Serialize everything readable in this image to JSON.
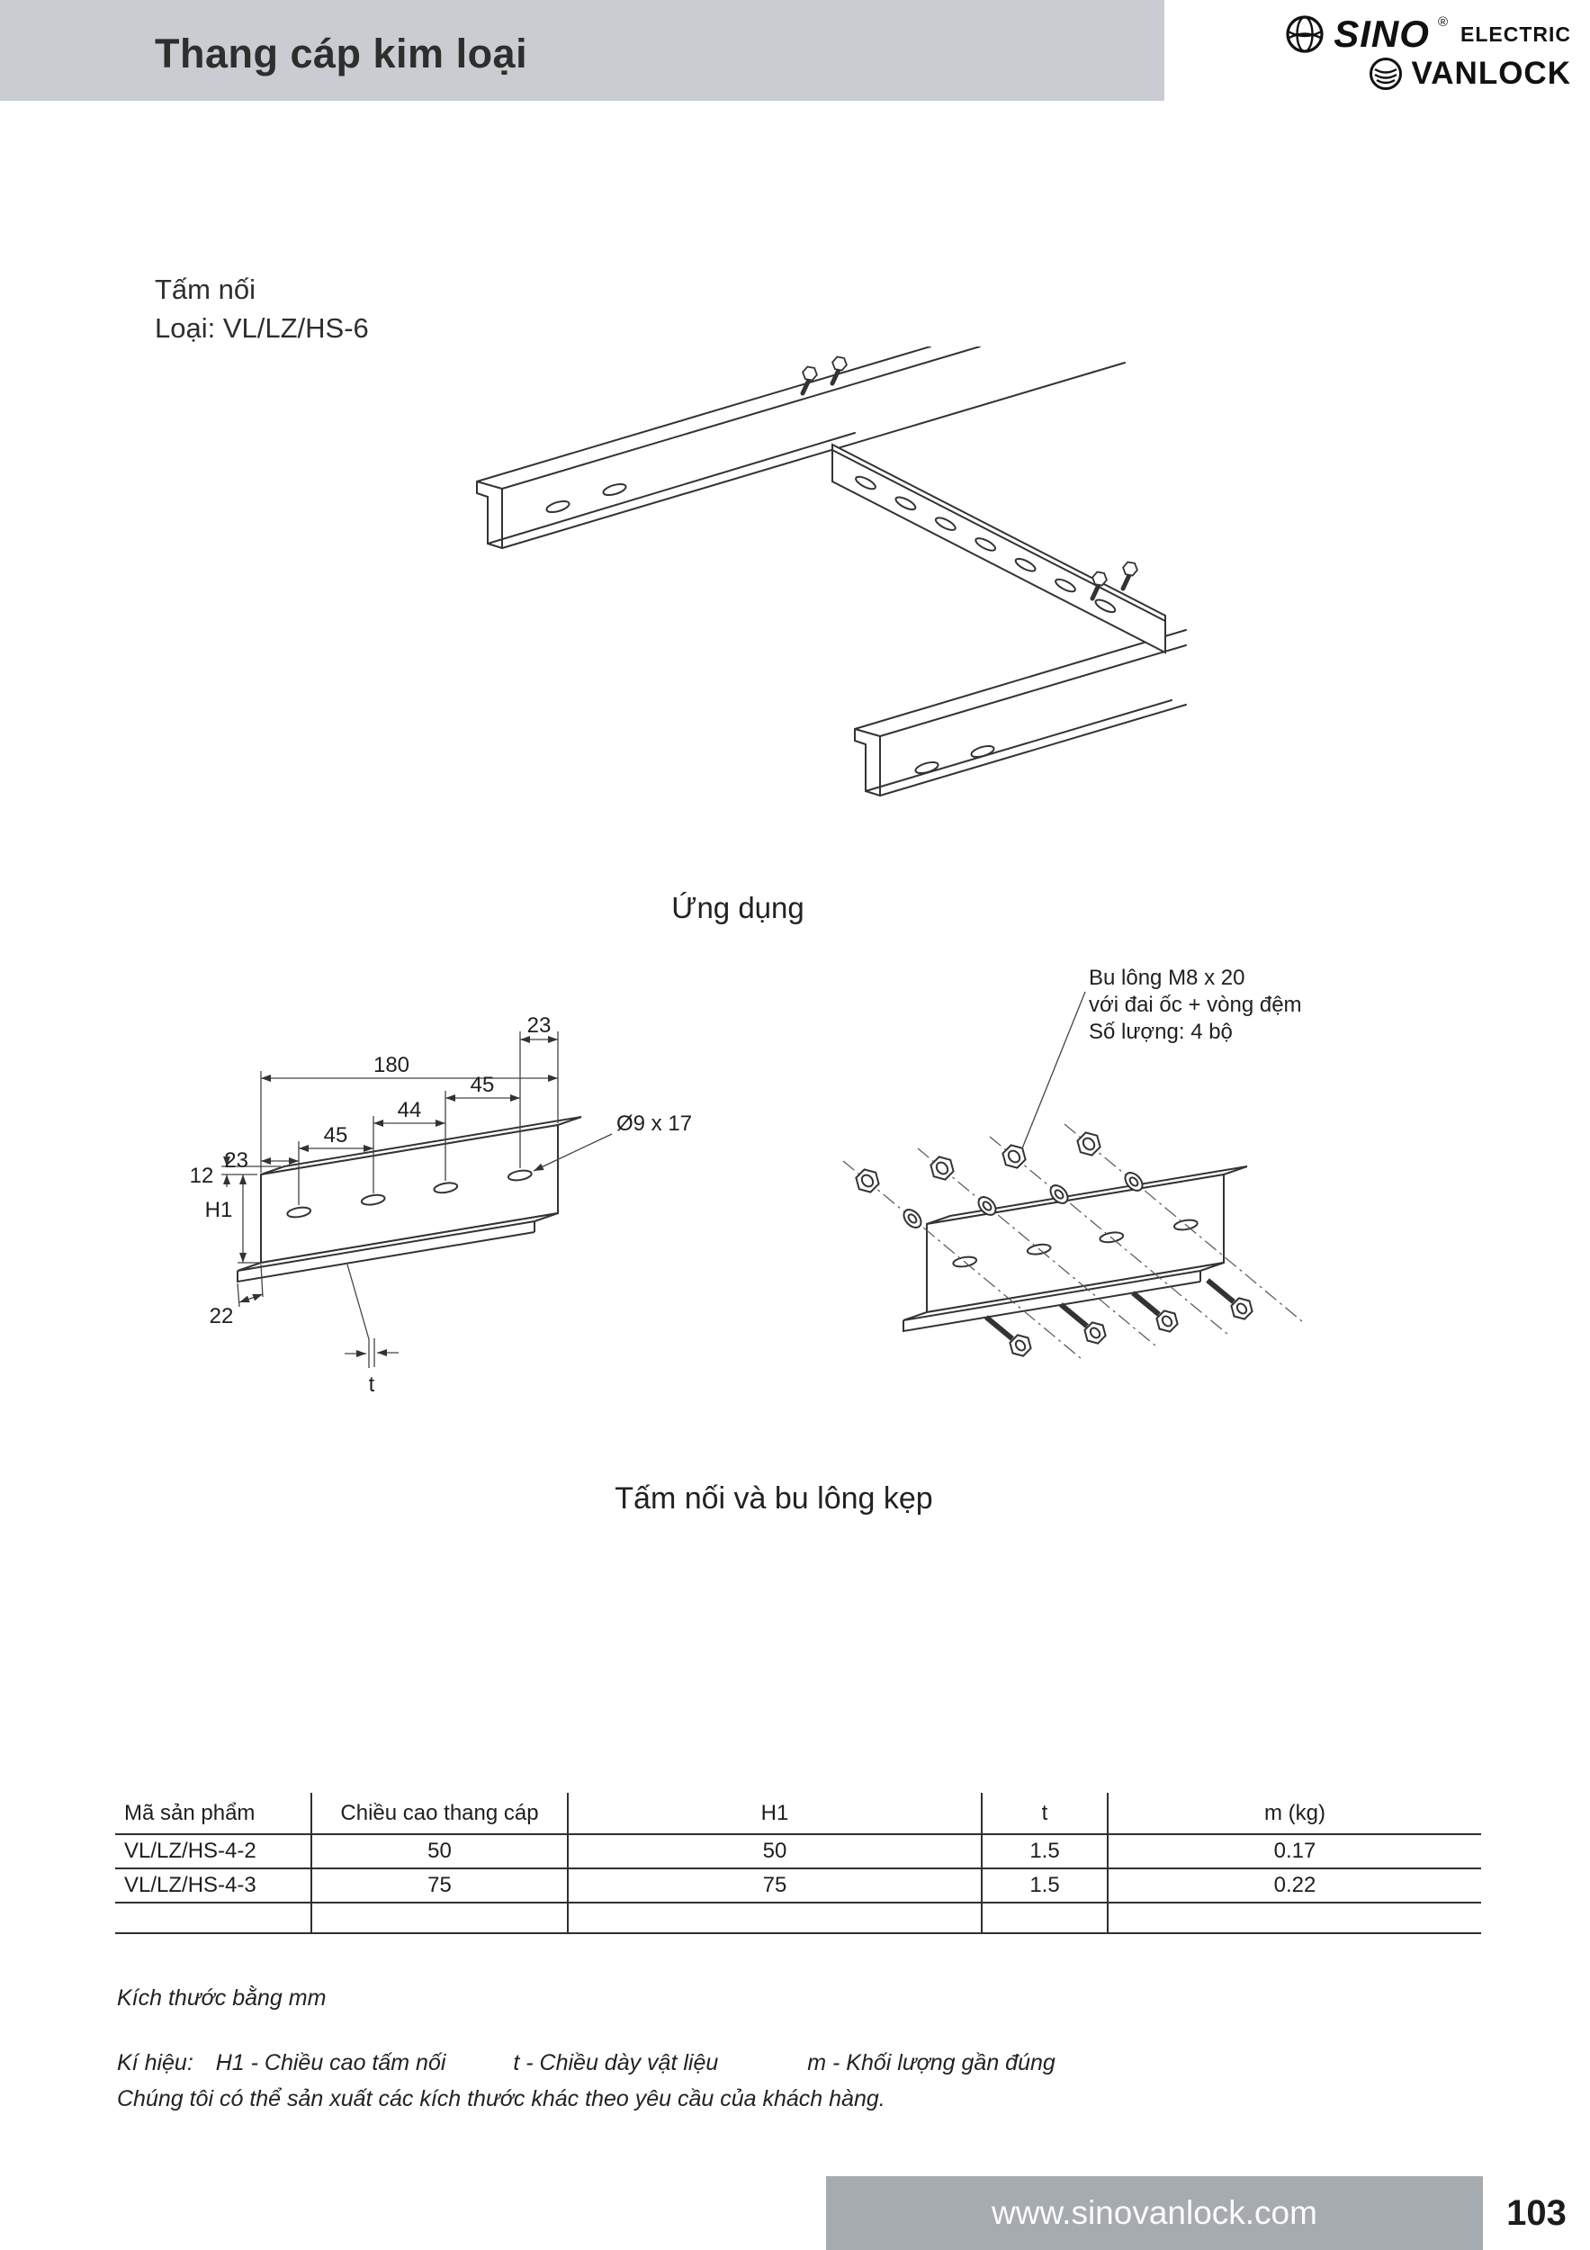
{
  "header": {
    "title": "Thang cáp kim loại"
  },
  "brand": {
    "sino": "SINO",
    "reg": "®",
    "electric": "ELECTRIC",
    "vanlock": "VANLOCK"
  },
  "product": {
    "name": "Tấm nối",
    "type": "Loại: VL/LZ/HS-6"
  },
  "captions": {
    "application": "Ứng dụng",
    "assembly": "Tấm nối và bu lông kẹp"
  },
  "dims": {
    "top_right_23": "23",
    "overall_180": "180",
    "right_45": "45",
    "mid_44": "44",
    "left_45": "45",
    "left_23": "23",
    "left_12": "12",
    "h1": "H1",
    "bottom_22": "22",
    "thickness_t": "t",
    "hole_label": "Ø9 x 17"
  },
  "bolt_note": {
    "line1": "Bu lông M8 x 20",
    "line2": "với đai ốc + vòng đệm",
    "line3": "Số lượng: 4 bộ"
  },
  "table": {
    "headers": [
      "Mã sản phẩm",
      "Chiều cao thang cáp",
      "H1",
      "t",
      "m (kg)"
    ],
    "rows": [
      [
        "VL/LZ/HS-4-2",
        "50",
        "50",
        "1.5",
        "0.17"
      ],
      [
        "VL/LZ/HS-4-3",
        "75",
        "75",
        "1.5",
        "0.22"
      ],
      [
        "",
        "",
        "",
        "",
        ""
      ]
    ]
  },
  "notes": {
    "units": "Kích thước bằng mm",
    "legend_prefix": "Kí hiệu:",
    "legend_h1": "H1 - Chiều cao tấm nối",
    "legend_t": "t - Chiều dày vật liệu",
    "legend_m": "m - Khối lượng gần đúng",
    "custom": "Chúng tôi có thể sản xuất các kích thước khác theo yêu cầu của khách hàng."
  },
  "footer": {
    "website": "www.sinovanlock.com",
    "page": "103"
  }
}
